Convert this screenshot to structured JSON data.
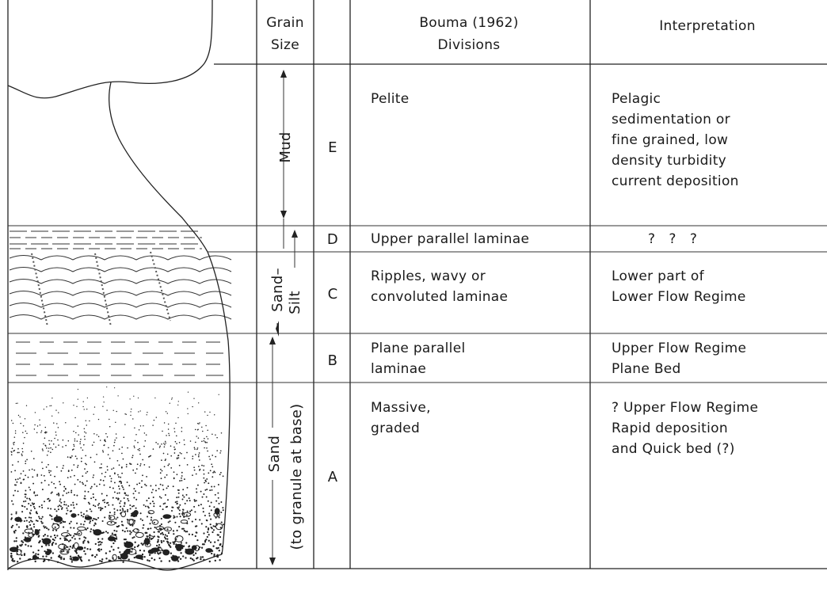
{
  "header": {
    "grain_size": [
      "Grain",
      "Size"
    ],
    "divisions": [
      "Bouma (1962)",
      "Divisions"
    ],
    "interpretation": "Interpretation"
  },
  "grain_labels": {
    "mud": "Mud",
    "sand_silt": [
      "Sand–",
      "Silt"
    ],
    "sand": [
      "Sand",
      "(to granule at base)"
    ]
  },
  "rows": [
    {
      "code": "E",
      "description": [
        "Pelite"
      ],
      "interpretation": [
        "Pelagic",
        "sedimentation or",
        "fine grained, low",
        "density turbidity",
        "current deposition"
      ]
    },
    {
      "code": "D",
      "description": [
        "Upper parallel laminae"
      ],
      "interpretation": [
        "?   ?   ?"
      ]
    },
    {
      "code": "C",
      "description": [
        "Ripples, wavy or",
        "convoluted laminae"
      ],
      "interpretation": [
        "Lower part of",
        "Lower Flow Regime"
      ]
    },
    {
      "code": "B",
      "description": [
        "Plane parallel",
        "laminae"
      ],
      "interpretation": [
        "Upper Flow Regime",
        "Plane Bed"
      ]
    },
    {
      "code": "A",
      "description": [
        "Massive,",
        "graded"
      ],
      "interpretation": [
        "? Upper Flow Regime",
        "Rapid deposition",
        "and Quick bed (?)"
      ]
    }
  ]
}
